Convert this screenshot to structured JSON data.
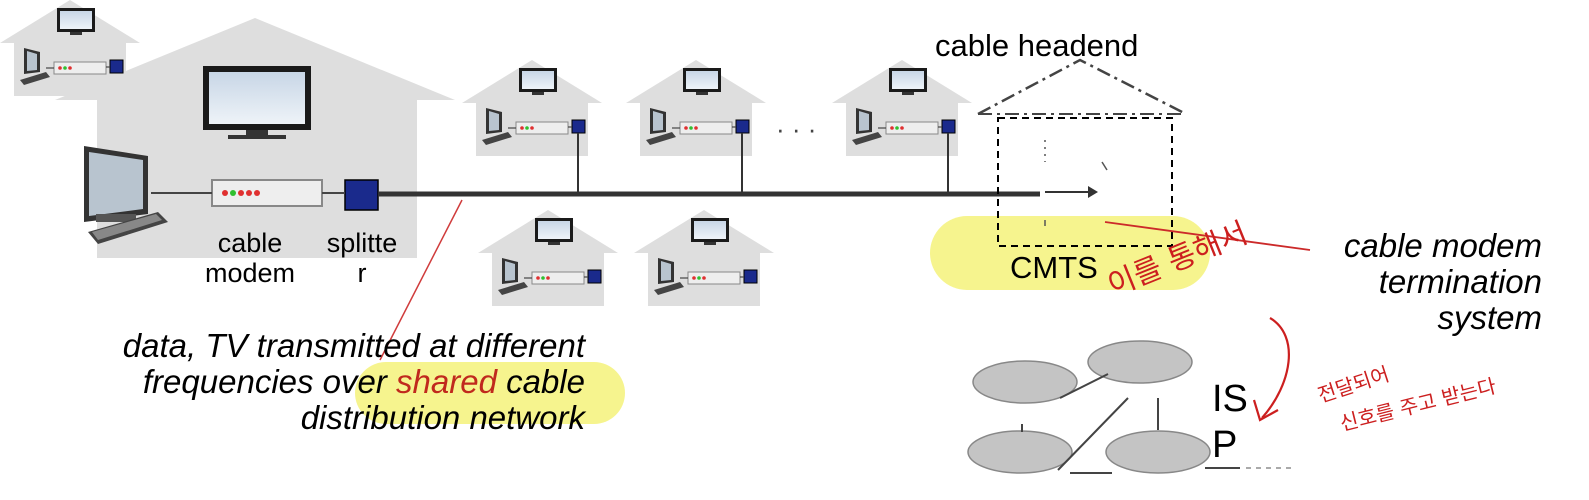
{
  "labels": {
    "cable_modem_line1": "cable",
    "cable_modem_line2": "modem",
    "splitter_line1": "splitte",
    "splitter_line2": "r",
    "cable_headend": "cable headend",
    "cmts": "CMTS",
    "isp_line1": "IS",
    "isp_line2": "P",
    "ellipsis": "· · ·"
  },
  "captions": {
    "data_tv_part1": "data, TV transmitted at different",
    "data_tv_part2": "frequencies over ",
    "data_tv_shared": "shared",
    "data_tv_part3": " cable",
    "data_tv_part4": "distribution network",
    "cmts_full_line1": "cable modem",
    "cmts_full_line2": "termination",
    "cmts_full_line3": "system"
  },
  "annotations": {
    "korean_1": "이를 통해서",
    "korean_2": "전달되어",
    "korean_3": "신호를 주고 받는다"
  },
  "colors": {
    "house_fill": "#dedede",
    "highlight": "#f5f27a",
    "annotation_red": "#cc1f1f",
    "splitter_blue": "#1a2a8c",
    "isp_ellipse": "#c4c4c4"
  }
}
